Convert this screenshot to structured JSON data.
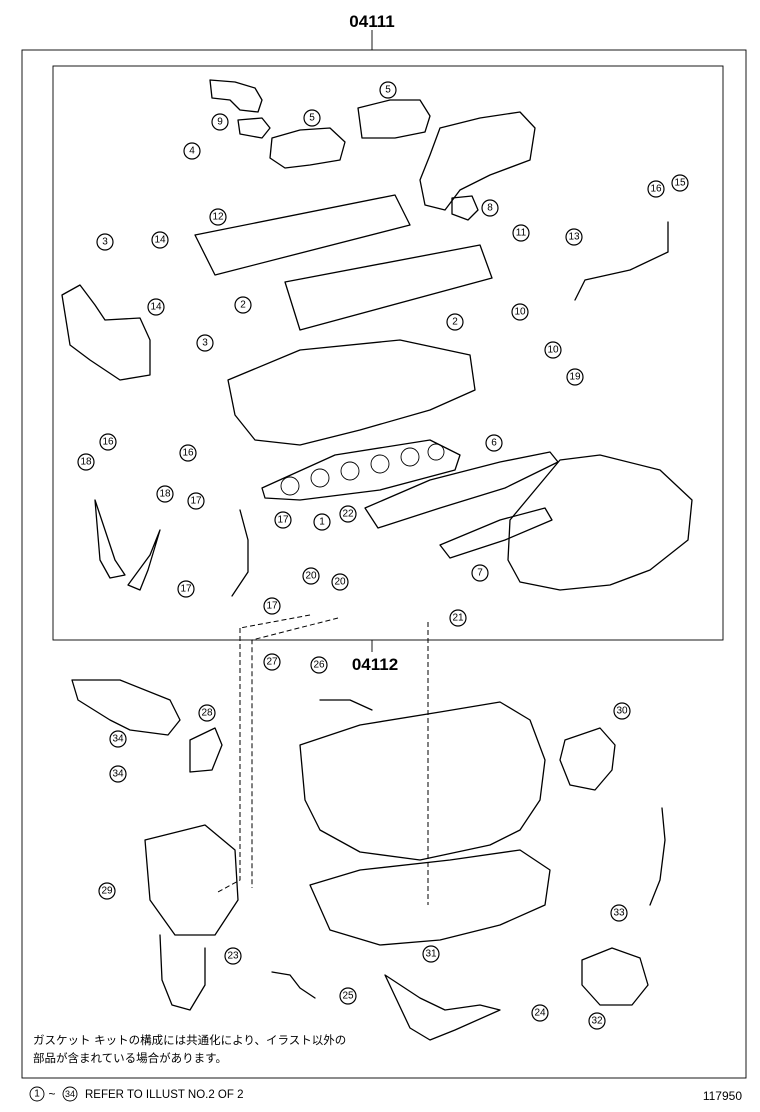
{
  "assemblies": {
    "upper_code": "04111",
    "lower_code": "04112"
  },
  "callouts": [
    "1",
    "2",
    "2",
    "3",
    "3",
    "4",
    "5",
    "5",
    "6",
    "7",
    "8",
    "9",
    "10",
    "10",
    "11",
    "12",
    "13",
    "14",
    "14",
    "15",
    "16",
    "16",
    "16",
    "17",
    "17",
    "17",
    "17",
    "18",
    "18",
    "19",
    "20",
    "20",
    "21",
    "22",
    "23",
    "24",
    "25",
    "26",
    "27",
    "28",
    "29",
    "30",
    "31",
    "32",
    "33",
    "34",
    "34"
  ],
  "footnote": {
    "line1": "ガスケット キットの構成には共通化により、イラスト以外の",
    "line2": "部品が含まれている場合があります。"
  },
  "refer": {
    "start": "1",
    "tilde": "~",
    "end": "34",
    "text": "REFER TO ILLUST NO.2 OF 2"
  },
  "illustration_number": "117950"
}
